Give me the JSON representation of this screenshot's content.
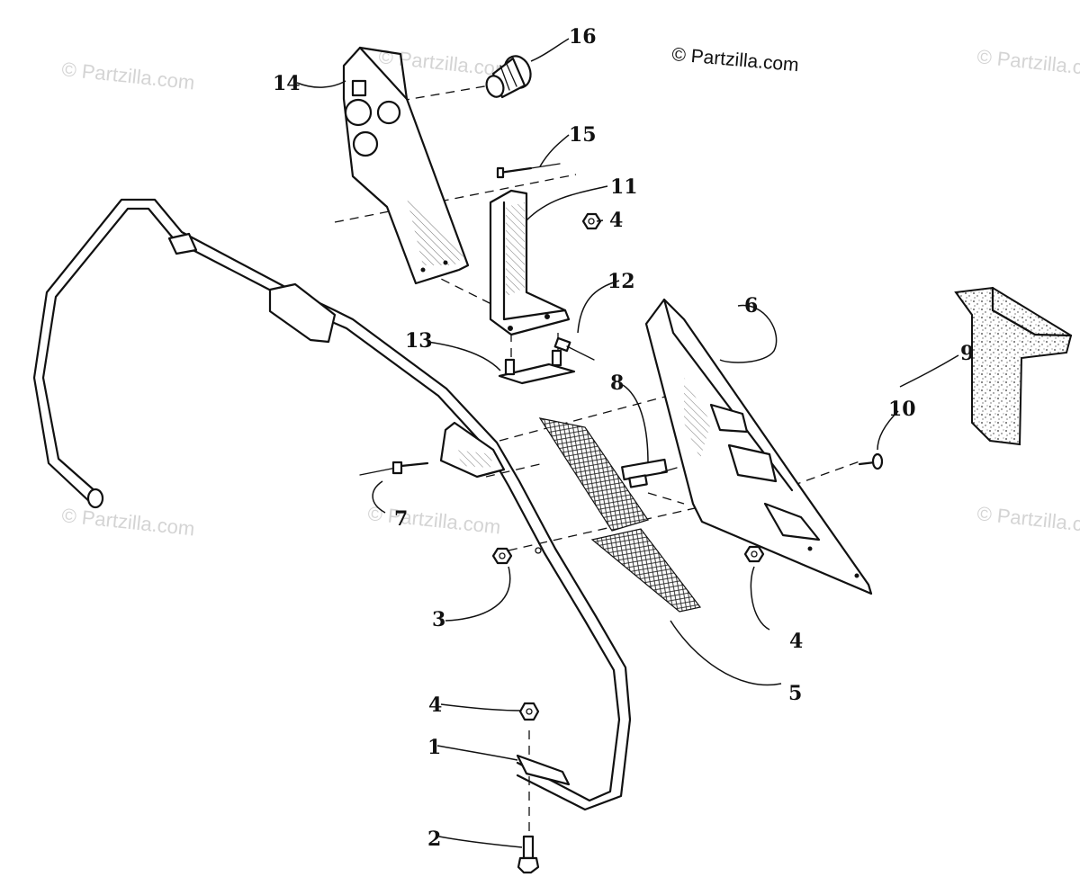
{
  "watermarks": {
    "brand": "© Partzilla.com",
    "faint": "© Partzilla.com"
  },
  "callouts": {
    "c1": "1",
    "c2": "2",
    "c3": "3",
    "c4a": "4",
    "c4b": "4",
    "c4c": "4",
    "c5": "5",
    "c6": "6",
    "c7": "7",
    "c8": "8",
    "c9": "9",
    "c10": "10",
    "c11": "11",
    "c12": "12",
    "c13": "13",
    "c14": "14",
    "c15": "15",
    "c16": "16"
  }
}
